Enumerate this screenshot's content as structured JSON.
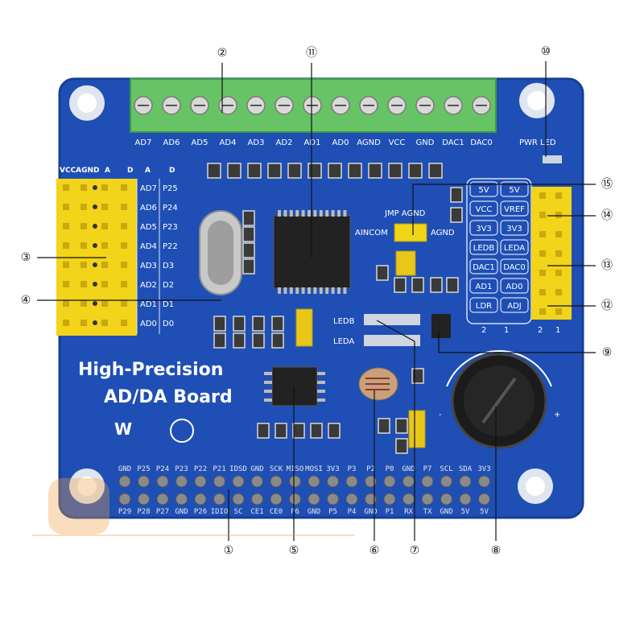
{
  "board": {
    "title_line1": "High-Precision",
    "title_line2": "AD/DA Board",
    "colors": {
      "pcb": "#1f4fb5",
      "terminal": "#66c466",
      "header": "#f2d41a",
      "chip": "#222222"
    }
  },
  "terminal_labels": [
    "AD7",
    "AD6",
    "AD5",
    "AD4",
    "AD3",
    "AD2",
    "AD1",
    "AD0",
    "AGND",
    "VCC",
    "GND",
    "DAC1",
    "DAC0"
  ],
  "left_header": {
    "top_labels": [
      "VCCAGND",
      "A",
      "D",
      "A",
      "D"
    ],
    "rows": [
      {
        "a": "AD7",
        "d": "P25"
      },
      {
        "a": "AD6",
        "d": "P24"
      },
      {
        "a": "AD5",
        "d": "P23"
      },
      {
        "a": "AD4",
        "d": "P22"
      },
      {
        "a": "AD3",
        "d": "D3"
      },
      {
        "a": "AD2",
        "d": "D2"
      },
      {
        "a": "AD1",
        "d": "D1"
      },
      {
        "a": "AD0",
        "d": "D0"
      }
    ]
  },
  "gpio_top": [
    "GND",
    "P25",
    "P24",
    "P23",
    "P22",
    "P21",
    "IDSD",
    "GND",
    "SCK",
    "MISO",
    "MOSI",
    "3V3",
    "P3",
    "P2",
    "P0",
    "GND",
    "P7",
    "SCL",
    "SDA",
    "3V3"
  ],
  "gpio_bottom": [
    "P29",
    "P28",
    "P27",
    "GND",
    "P26",
    "IDIO",
    "SC",
    "CE1",
    "CE0",
    "P6",
    "GND",
    "P5",
    "P4",
    "GND",
    "P1",
    "RX",
    "TX",
    "GND",
    "5V",
    "5V"
  ],
  "jumper_panel": {
    "rows": [
      {
        "l": "5V",
        "r": "5V"
      },
      {
        "l": "VCC",
        "r": "VREF"
      },
      {
        "l": "3V3",
        "r": "3V3"
      },
      {
        "l": "LEDB",
        "r": "LEDA"
      },
      {
        "l": "DAC1",
        "r": "DAC0"
      },
      {
        "l": "AD1",
        "r": "AD0"
      },
      {
        "l": "LDR",
        "r": "ADJ"
      }
    ],
    "col_numbers": [
      "2",
      "1"
    ],
    "header_numbers": [
      "2",
      "1"
    ]
  },
  "labels": {
    "pwr_led": "PWR LED",
    "jmp_agnd": "JMP AGND",
    "aincom": "AINCOM",
    "agnd": "AGND",
    "ledb": "LEDB",
    "leda": "LEDA"
  },
  "callouts": [
    "①",
    "②",
    "③",
    "④",
    "⑤",
    "⑥",
    "⑦",
    "⑧",
    "⑨",
    "⑩",
    "⑪",
    "⑫",
    "⑬",
    "⑭",
    "⑮"
  ]
}
